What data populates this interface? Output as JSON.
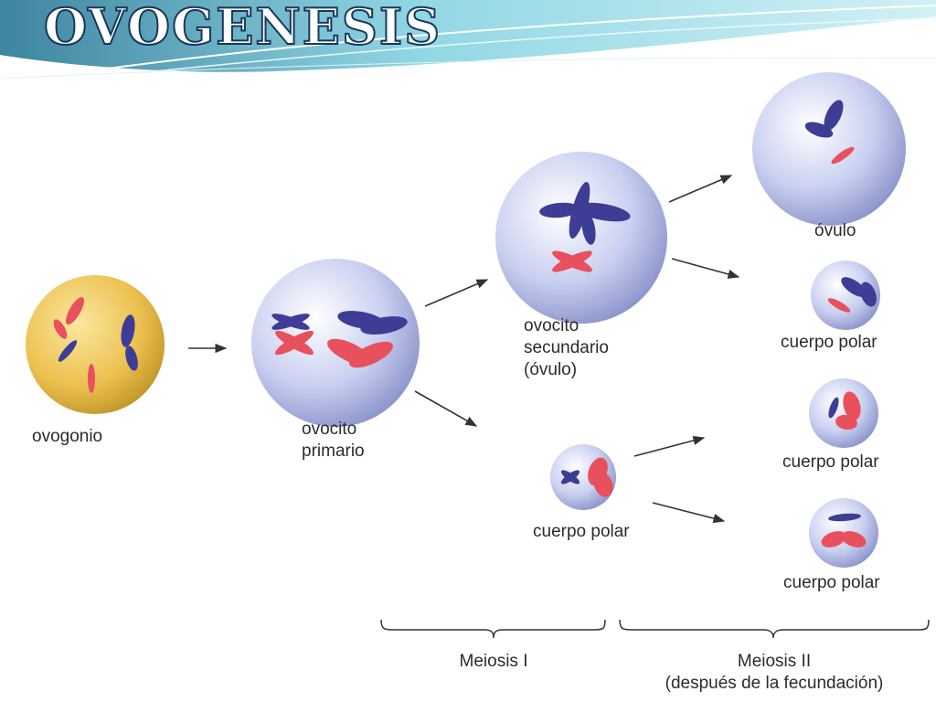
{
  "slide": {
    "title": "Ovogenesis"
  },
  "labels": {
    "ovogonio": "ovogonio",
    "ovocito_primario": [
      "ovocito",
      "primario"
    ],
    "ovocito_secundario": [
      "ovocito",
      "secundario",
      "(óvulo)"
    ],
    "ovulo": "óvulo",
    "cuerpo_polar": "cuerpo polar",
    "meiosis_1": "Meiosis I",
    "meiosis_2": [
      "Meiosis II",
      "(después de la fecundación)"
    ]
  },
  "colors": {
    "header_navy": "#17375e",
    "header_teal": "#7fd0df",
    "ovogonio_cell": "#e8b43a",
    "cell_lavender": "#b9c0e6",
    "chromosome_blue": "#3d3d96",
    "chromosome_red": "#e8505e"
  }
}
